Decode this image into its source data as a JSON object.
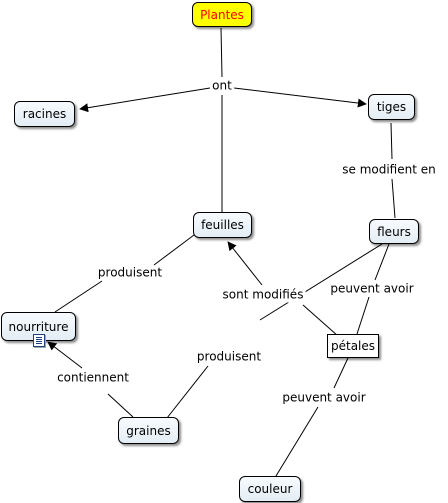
{
  "concept_map": {
    "concepts": {
      "plantes": "Plantes",
      "racines": "racines",
      "tiges": "tiges",
      "feuilles": "feuilles",
      "fleurs": "fleurs",
      "nourriture": "nourriture",
      "petales": "pétales",
      "graines": "graines",
      "couleur": "couleur"
    },
    "links": {
      "ont": "ont",
      "se_modifient_en": "se modifient en",
      "produisent_feuilles": "produisent",
      "sont_modifies": "sont modifiés",
      "peuvent_avoir_fleurs": "peuvent avoir",
      "produisent_fleurs": "produisent",
      "contiennent": "contiennent",
      "peuvent_avoir_petales": "peuvent avoir"
    },
    "colors": {
      "root_fill": "#ffff00",
      "root_text": "#ff0000",
      "node_fill": "#e8f0f5",
      "line": "#000000"
    },
    "icons": {
      "nourriture_resource": "document-icon"
    }
  }
}
